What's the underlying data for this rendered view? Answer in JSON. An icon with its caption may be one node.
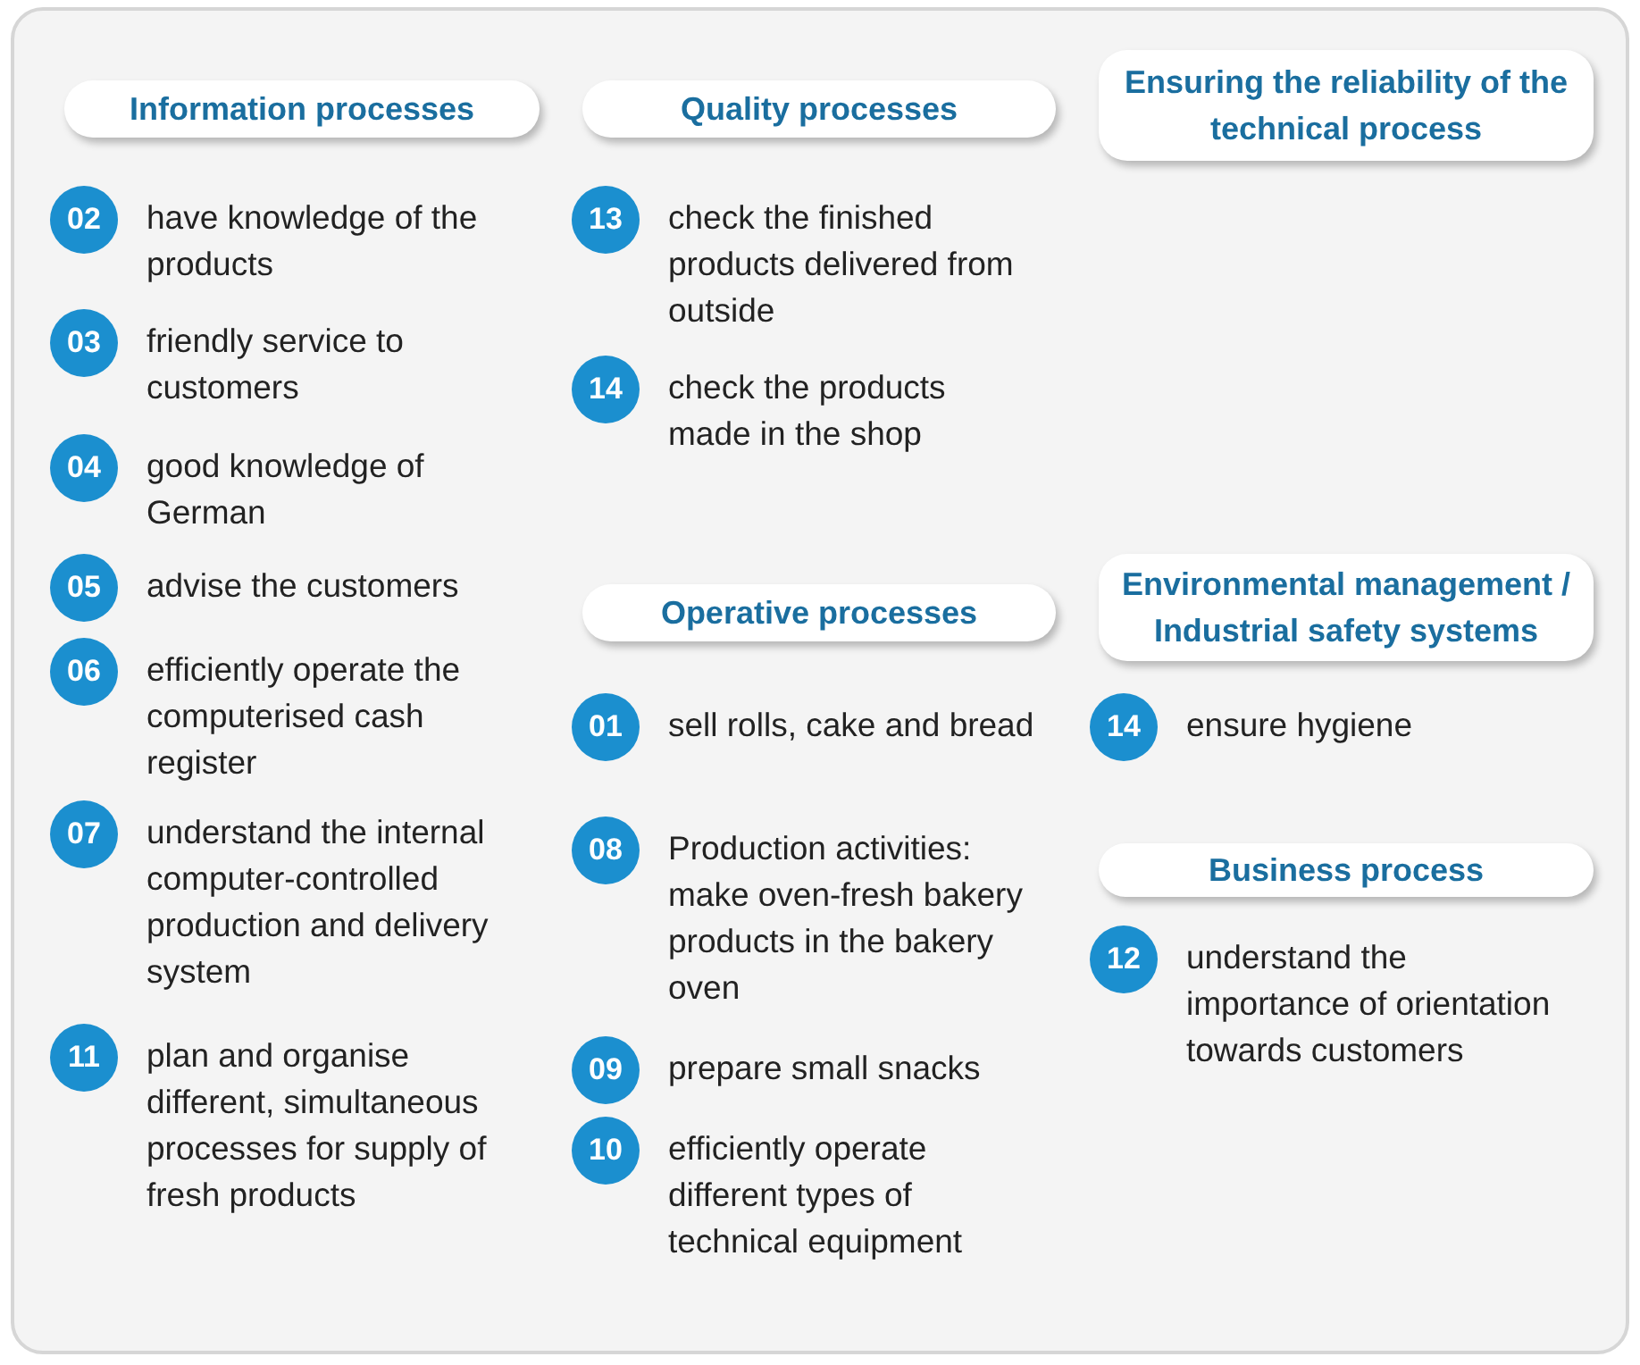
{
  "diagram": {
    "nodes": [
      {
        "text": [
          "Information processes"
        ]
      },
      {
        "text": [
          "02"
        ],
        "beside": [
          "have knowledge of the products"
        ]
      },
      {
        "text": [
          "03"
        ],
        "beside": [
          "friendly service to customers"
        ]
      },
      {
        "text": [
          "04"
        ],
        "beside": [
          "good knowledge of German"
        ]
      },
      {
        "text": [
          "05"
        ],
        "beside": [
          "advise the customers"
        ]
      },
      {
        "text": [
          "06"
        ],
        "beside": [
          "efficiently operate the computerised cash register"
        ]
      },
      {
        "text": [
          "07"
        ],
        "beside": [
          "understand the internal computer-controlled production and delivery system"
        ]
      },
      {
        "text": [
          "11"
        ],
        "beside": [
          "plan and organise different, simultaneous processes for supply of fresh products"
        ]
      },
      {
        "text": [
          "Quality processes"
        ]
      },
      {
        "text": [
          "13"
        ],
        "beside": [
          "check the finished products delivered from outside"
        ]
      },
      {
        "text": [
          "14"
        ],
        "beside": [
          "check the products made in the shop"
        ]
      },
      {
        "text": [
          "Operative processes"
        ]
      },
      {
        "text": [
          "01"
        ],
        "beside": [
          "sell rolls, cake and bread"
        ]
      },
      {
        "text": [
          "08"
        ],
        "beside": [
          "Production activities: make oven-fresh bakery products in the bakery oven"
        ]
      },
      {
        "text": [
          "09"
        ],
        "beside": [
          "prepare small snacks"
        ]
      },
      {
        "text": [
          "10"
        ],
        "beside": [
          "efficiently operate different types of technical equipment"
        ]
      },
      {
        "text": [
          "Ensuring the reliability of the technical process"
        ]
      },
      {
        "text": [
          "Environmental management / Industrial safety systems"
        ]
      },
      {
        "text": [
          "14"
        ],
        "beside": [
          "ensure hygiene"
        ]
      },
      {
        "text": [
          "Business process"
        ]
      },
      {
        "text": [
          "12"
        ],
        "beside": [
          "understand the importance of orientation towards customers"
        ]
      }
    ],
    "edges": []
  }
}
